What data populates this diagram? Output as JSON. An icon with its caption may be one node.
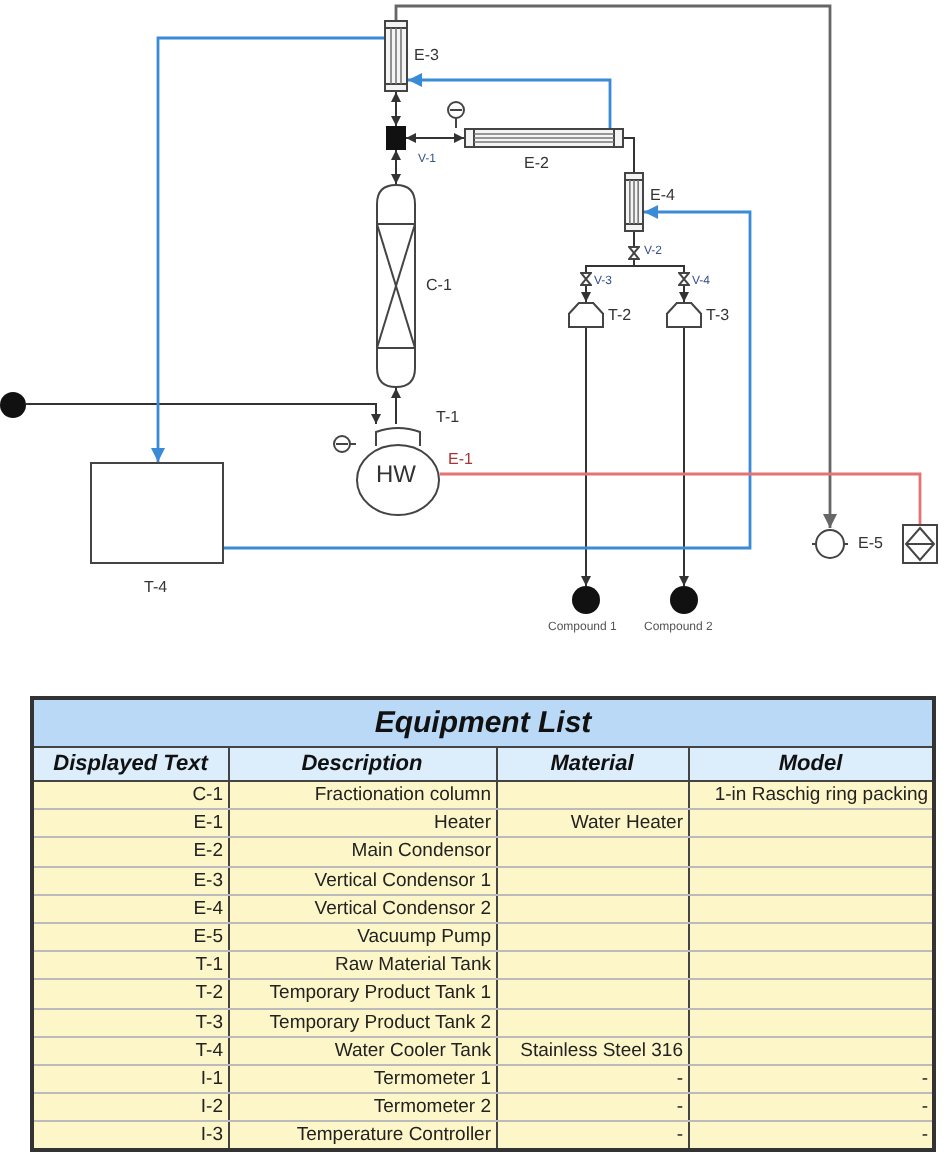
{
  "diagram": {
    "nodes": [
      {
        "text": [
          "E-3"
        ]
      },
      {
        "text": [
          "V-1"
        ]
      },
      {
        "text": [
          "E-2"
        ]
      },
      {
        "text": [
          "E-4"
        ]
      },
      {
        "text": [
          "V-2"
        ]
      },
      {
        "text": [
          "V-3"
        ]
      },
      {
        "text": [
          "V-4"
        ]
      },
      {
        "text": [
          "T-2"
        ]
      },
      {
        "text": [
          "T-3"
        ]
      },
      {
        "text": [
          "C-1"
        ]
      },
      {
        "text": [
          "HW"
        ],
        "beside": [
          "T-1",
          "E-1"
        ]
      },
      {
        "text": [
          "T-4"
        ]
      },
      {
        "text": [
          "E-5"
        ]
      },
      {
        "text": [],
        "shape": "box"
      },
      {
        "text": [
          "Compound 1"
        ]
      },
      {
        "text": [
          "Compound 2"
        ]
      },
      {
        "text": [],
        "shape": "circle"
      }
    ],
    "edges": [
      {
        "from": 0,
        "to": 1,
        "arrow": "both"
      },
      {
        "from": 1,
        "to": 9,
        "arrow": "both"
      },
      {
        "from": 1,
        "to": 2,
        "arrow": "both"
      },
      {
        "from": 2,
        "to": 3,
        "arrow": "none"
      },
      {
        "from": 3,
        "to": 4,
        "arrow": "none"
      },
      {
        "from": 4,
        "to": 5,
        "arrow": "none"
      },
      {
        "from": 4,
        "to": 6,
        "arrow": "none"
      },
      {
        "from": 5,
        "to": 7,
        "arrow": "to"
      },
      {
        "from": 6,
        "to": 8,
        "arrow": "to"
      },
      {
        "from": 7,
        "to": 14,
        "arrow": "to"
      },
      {
        "from": 8,
        "to": 15,
        "arrow": "to"
      },
      {
        "from": 10,
        "to": 9,
        "arrow": "to"
      },
      {
        "from": 16,
        "to": 10,
        "arrow": "to"
      },
      {
        "from": 0,
        "to": 11,
        "arrow": "to",
        "color": "#3b8ad6"
      },
      {
        "from": 11,
        "to": 3,
        "arrow": "to",
        "color": "#3b8ad6"
      },
      {
        "from": 2,
        "to": 0,
        "arrow": "to",
        "color": "#3b8ad6"
      },
      {
        "from": 0,
        "to": 12,
        "arrow": "to",
        "color": "#666666"
      },
      {
        "from": 10,
        "to": 13,
        "arrow": "none",
        "color": "#e57373"
      }
    ],
    "labels": [
      "Equipment List",
      "Displayed Text",
      "Description",
      "Material",
      "Model",
      "C-1",
      "Fractionation column",
      "1-in Raschig ring packing",
      "E-1",
      "Heater",
      "Water Heater",
      "E-2",
      "Main Condensor",
      "E-3",
      "Vertical Condensor 1",
      "E-4",
      "Vertical Condensor 2",
      "E-5",
      "Vacuump Pump",
      "T-1",
      "Raw Material Tank",
      "T-2",
      "Temporary Product Tank 1",
      "T-3",
      "Temporary Product Tank 2",
      "T-4",
      "Water Cooler Tank",
      "Stainless Steel 316",
      "I-1",
      "Termometer 1",
      "-",
      "-",
      "I-2",
      "Termometer 2",
      "-",
      "-",
      "I-3",
      "Temperature Controller",
      "-",
      "-"
    ]
  }
}
